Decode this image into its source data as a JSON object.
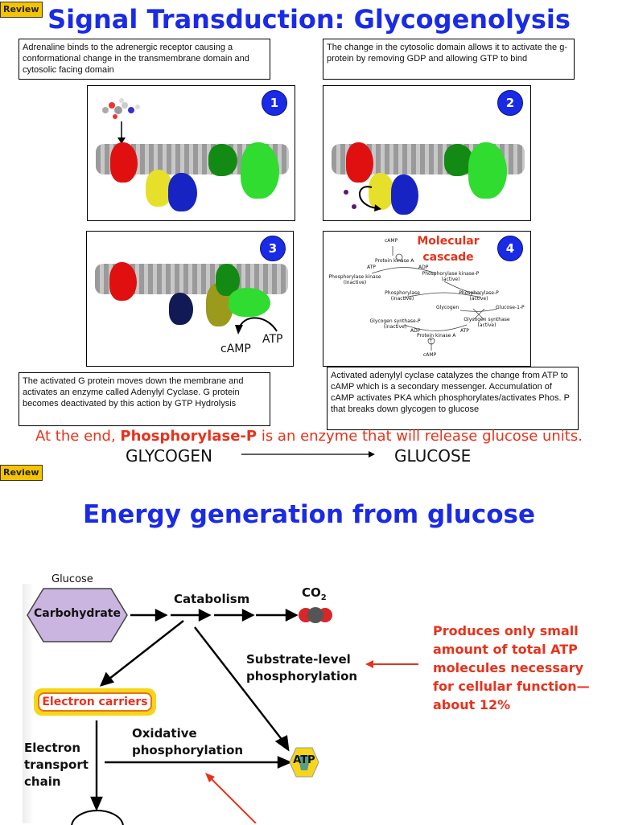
{
  "review_badges": [
    "Review",
    "Review"
  ],
  "slide1": {
    "title": "Signal Transduction: Glycogenolysis",
    "captions": {
      "c1": "Adrenaline binds to the adrenergic receptor causing a conformational change in the transmembrane domain and cytosolic facing domain",
      "c2": "The change in the cytosolic domain allows it to activate the g-protein by removing GDP and allowing GTP to bind",
      "c3": "The activated G protein moves down the membrane and activates an enzyme called Adenylyl Cyclase. G protein becomes deactivated by this action by GTP Hydrolysis",
      "c4": "Activated adenylyl cyclase catalyzes the change from ATP to cAMP which is a secondary messenger. Accumulation of cAMP activates PKA which phosphorylates/activates Phos. P that breaks down glycogen to glucose"
    },
    "panel_numbers": [
      "1",
      "2",
      "3",
      "4"
    ],
    "panel3_labels": {
      "atp": "ATP",
      "camp": "cAMP"
    },
    "panel4": {
      "title": "Molecular cascade",
      "cascade_labels": {
        "camp_top": "cAMP",
        "pka": "Protein kinase A",
        "atp1": "ATP",
        "adp1": "ADP",
        "phk_inactive": "Phosphorylase kinase (inactive)",
        "phk_active": "Phosphorylase kinase-P (active)",
        "phos_inactive": "Phosphorylase (inactive)",
        "phos_active": "Phosphorylase-P (active)",
        "glycogen": "Glycogen",
        "g1p": "Glucose-1-P",
        "gs_inactive": "Glycogen synthase-P (inactive)",
        "gs_active": "Glycogen synthase (active)",
        "adp2": "ADP",
        "atp2": "ATP",
        "pka2": "Protein kinase A",
        "camp_bottom": "cAMP",
        "plus": "+"
      }
    },
    "end_note": {
      "prefix": "At the end, ",
      "emphasis": "Phosphorylase-P",
      "suffix": " is an enzyme that will release glucose units."
    },
    "reaction": {
      "from": "GLYCOGEN",
      "to": "GLUCOSE"
    }
  },
  "slide2": {
    "title": "Energy generation from glucose",
    "diagram": {
      "glucose": "Glucose",
      "carbohydrate": "Carbohydrate",
      "catabolism": "Catabolism",
      "co2": "CO",
      "co2_sub": "2",
      "substrate_level": "Substrate-level phosphorylation",
      "electron_carriers": "Electron carriers",
      "electron_transport": "Electron transport chain",
      "oxidative": "Oxidative phosphorylation",
      "atp": "ATP"
    },
    "note": "Produces only small amount of total ATP molecules necessary for cellular function—about 12%"
  },
  "colors": {
    "title_blue": "#1a2be6",
    "accent_red": "#e8321b",
    "badge_yellow": "#f5c400"
  }
}
